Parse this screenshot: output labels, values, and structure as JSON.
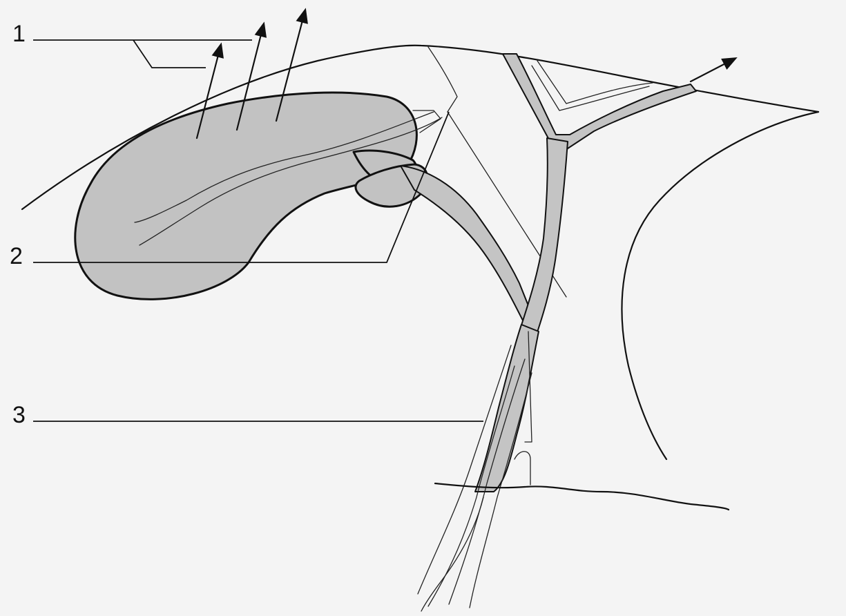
{
  "figure": {
    "background": "#f4f4f4",
    "fill_color": "#c4c4c4",
    "stroke_color": "#111111",
    "labels": [
      {
        "id": "label-1",
        "text": "1"
      },
      {
        "id": "label-2",
        "text": "2"
      },
      {
        "id": "label-3",
        "text": "3"
      }
    ]
  }
}
